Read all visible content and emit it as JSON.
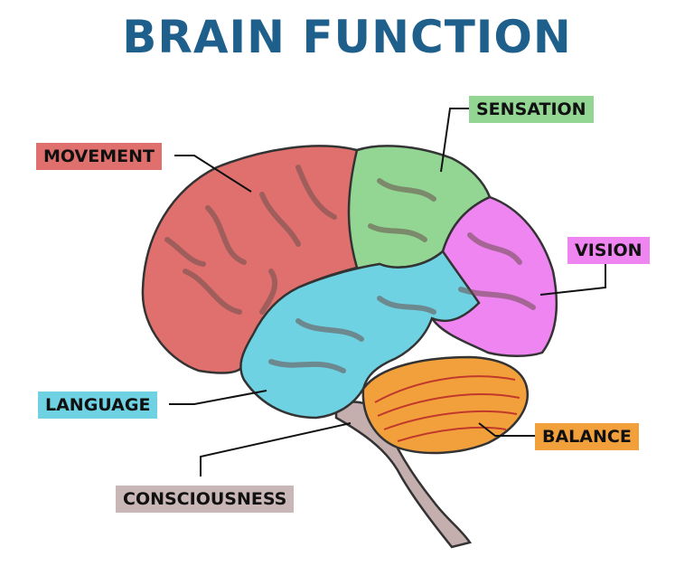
{
  "title": "BRAIN FUNCTION",
  "labels": {
    "movement": "MOVEMENT",
    "sensation": "SENSATION",
    "vision": "VISION",
    "language": "LANGUAGE",
    "balance": "BALANCE",
    "consciousness": "CONSCIOUSNESS"
  },
  "colors": {
    "title": "#1f5f8b",
    "movement": "#e0706d",
    "sensation": "#93d593",
    "vision": "#ee85f0",
    "language": "#6ed2e2",
    "balance": "#f2a03b",
    "consciousness": "#c9b7b7",
    "outline": "#333333"
  }
}
